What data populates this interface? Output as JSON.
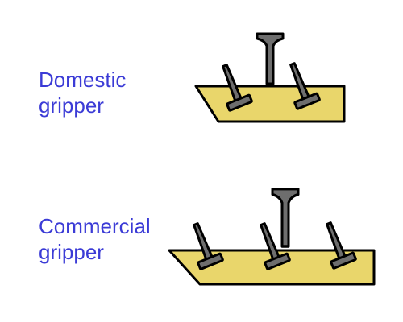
{
  "domestic": {
    "label_line1": "Domestic",
    "label_line2": "gripper"
  },
  "commercial": {
    "label_line1": "Commercial",
    "label_line2": "gripper"
  },
  "colors": {
    "label": "#3b3bd6",
    "strip_fill": "#e9d66b",
    "metal_fill": "#6e6e6e",
    "outline": "#000000"
  }
}
